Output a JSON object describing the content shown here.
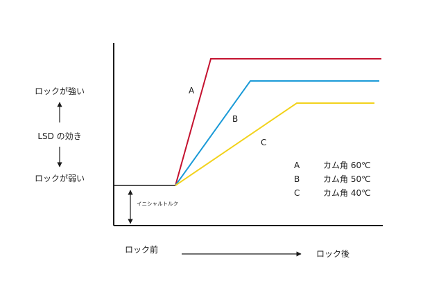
{
  "y_axis": {
    "strong_label": "ロックが強い",
    "center_label": "LSD の効き",
    "weak_label": "ロックが弱い"
  },
  "x_axis": {
    "start_label": "ロック前",
    "end_label": "ロック後"
  },
  "initial_torque_label": "イニシャルトルク",
  "curves": [
    {
      "id": "A",
      "label": "A",
      "color": "#c4122f"
    },
    {
      "id": "B",
      "label": "B",
      "color": "#1a9ad7"
    },
    {
      "id": "C",
      "label": "C",
      "color": "#f2d21b"
    }
  ],
  "legend": [
    {
      "letter": "A",
      "text": "カム角 60℃"
    },
    {
      "letter": "B",
      "text": "カム角 50℃"
    },
    {
      "letter": "C",
      "text": "カム角 40℃"
    }
  ]
}
